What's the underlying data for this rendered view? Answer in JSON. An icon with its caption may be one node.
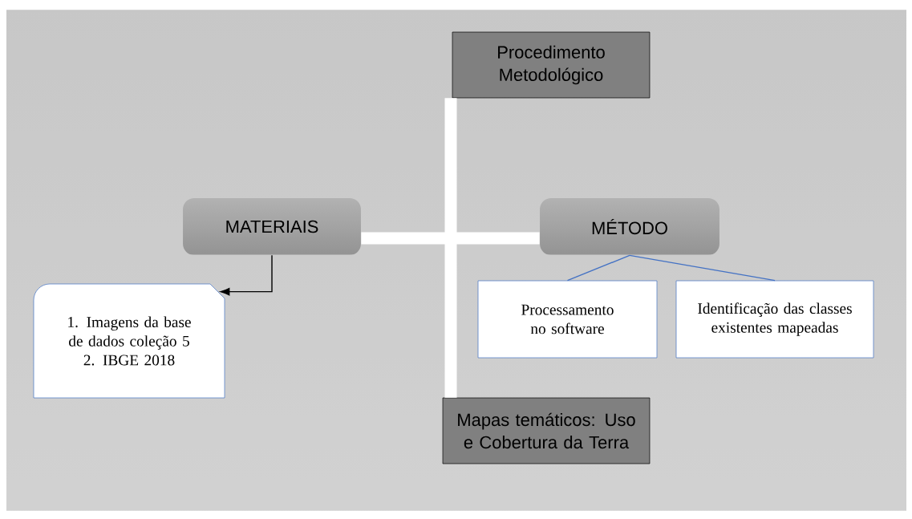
{
  "diagram": {
    "nodes": [
      {
        "text": [
          "Procedimento Metodológico"
        ]
      },
      {
        "text": [
          "MATERIAIS"
        ]
      },
      {
        "text": [
          "MÉTODO"
        ]
      },
      {
        "text": [
          "1. Imagens da base de dados coleção 5",
          "2. IBGE 2018"
        ]
      },
      {
        "text": [
          "Processamento no software"
        ]
      },
      {
        "text": [
          "Identificação das classes existentes mapeadas"
        ]
      },
      {
        "text": [
          "Mapas temáticos: Uso e Cobertura da Terra"
        ]
      }
    ],
    "edges": [
      {
        "from": 0,
        "to": 6,
        "arrow": "none",
        "style": "thick",
        "color": "#ffffff"
      },
      {
        "from": 1,
        "to": 2,
        "arrow": "none",
        "style": "thick",
        "color": "#ffffff"
      },
      {
        "from": 1,
        "to": 3,
        "arrow": "to",
        "color": "#000000"
      },
      {
        "from": 2,
        "to": 4,
        "arrow": "none",
        "color": "#4472c4"
      },
      {
        "from": 2,
        "to": 5,
        "arrow": "none",
        "color": "#4472c4"
      }
    ]
  }
}
